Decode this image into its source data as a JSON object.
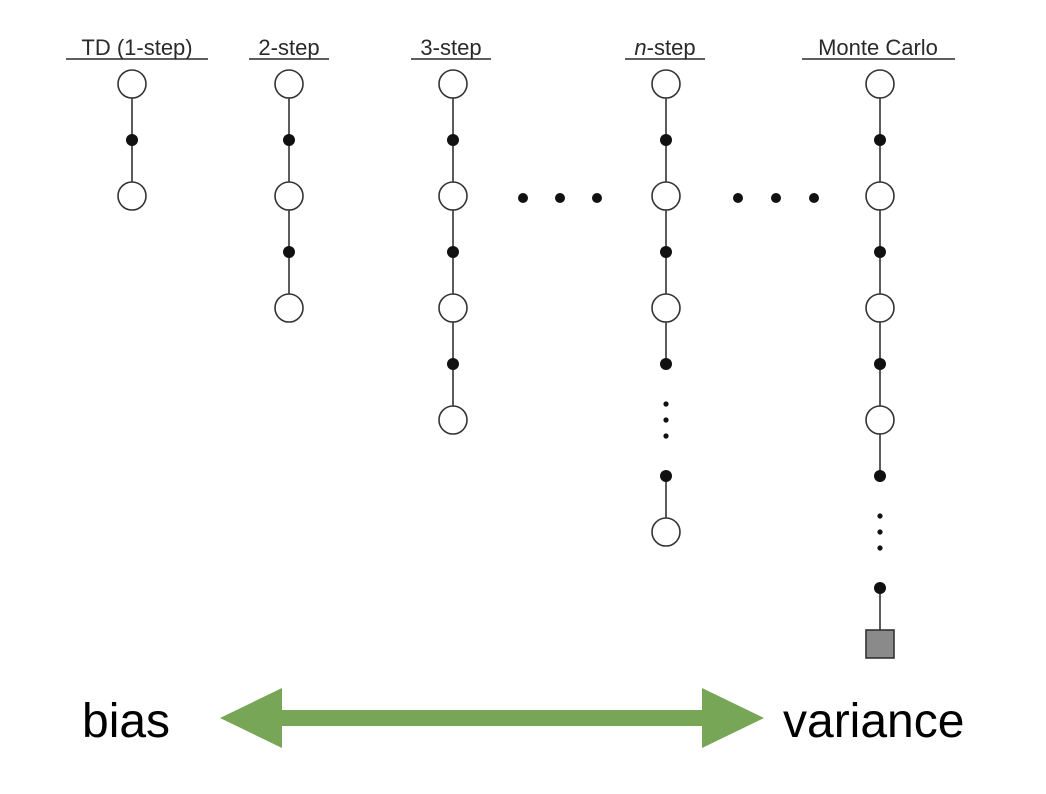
{
  "diagram": {
    "columns": [
      {
        "id": "td-1-step",
        "title_prefix": "",
        "title": "TD (1-step)",
        "sequence": [
          "state",
          "action",
          "state"
        ]
      },
      {
        "id": "2-step",
        "title_prefix": "",
        "title": "2-step",
        "sequence": [
          "state",
          "action",
          "state",
          "action",
          "state"
        ]
      },
      {
        "id": "3-step",
        "title_prefix": "",
        "title": "3-step",
        "sequence": [
          "state",
          "action",
          "state",
          "action",
          "state",
          "action",
          "state"
        ]
      },
      {
        "id": "n-step",
        "title_prefix": "n",
        "title": "-step",
        "sequence": [
          "state",
          "action",
          "state",
          "action",
          "state",
          "action",
          "vdots",
          "action",
          "state"
        ]
      },
      {
        "id": "monte-carlo",
        "title_prefix": "",
        "title": "Monte Carlo",
        "sequence": [
          "state",
          "action",
          "state",
          "action",
          "state",
          "action",
          "state",
          "action",
          "vdots",
          "action",
          "terminal"
        ]
      }
    ],
    "horizontal_ellipses": 2
  },
  "tradeoff": {
    "left_label": "bias",
    "right_label": "variance",
    "arrow_color": "#77a657"
  }
}
